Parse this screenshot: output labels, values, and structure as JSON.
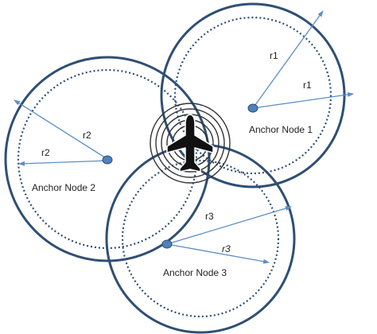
{
  "colors": {
    "circle_stroke": "#2f4f73",
    "arrow": "#5b8ec6",
    "node_fill": "#4f81bd",
    "aircraft": "#111111",
    "signal_rings": "#333333"
  },
  "anchors": [
    {
      "label": "Anchor Node 1",
      "outer_radius_label": "r1",
      "inner_radius_label": "r1"
    },
    {
      "label": "Anchor Node 2",
      "outer_radius_label": "r2",
      "inner_radius_label": "r2"
    },
    {
      "label": "Anchor Node 3",
      "outer_radius_label": "r3",
      "inner_radius_label": "r3"
    }
  ],
  "aircraft_icon": "airplane-icon",
  "signal_icon": "signal-rings-icon"
}
